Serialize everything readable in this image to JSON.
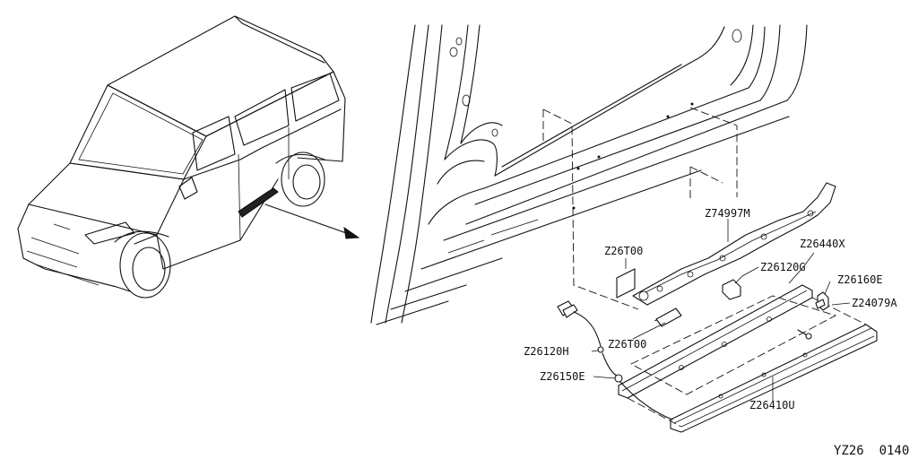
{
  "labels": {
    "z74997m": "Z74997M",
    "z26440x": "Z26440X",
    "z26t00_a": "Z26T00",
    "z26120g": "Z26120G",
    "z26160e": "Z26160E",
    "z24079a": "Z24079A",
    "z26120h": "Z26120H",
    "z26t00_b": "Z26T00",
    "z26150e": "Z26150E",
    "z26410u": "Z26410U"
  },
  "footer": {
    "code": "YZ26  0140"
  }
}
